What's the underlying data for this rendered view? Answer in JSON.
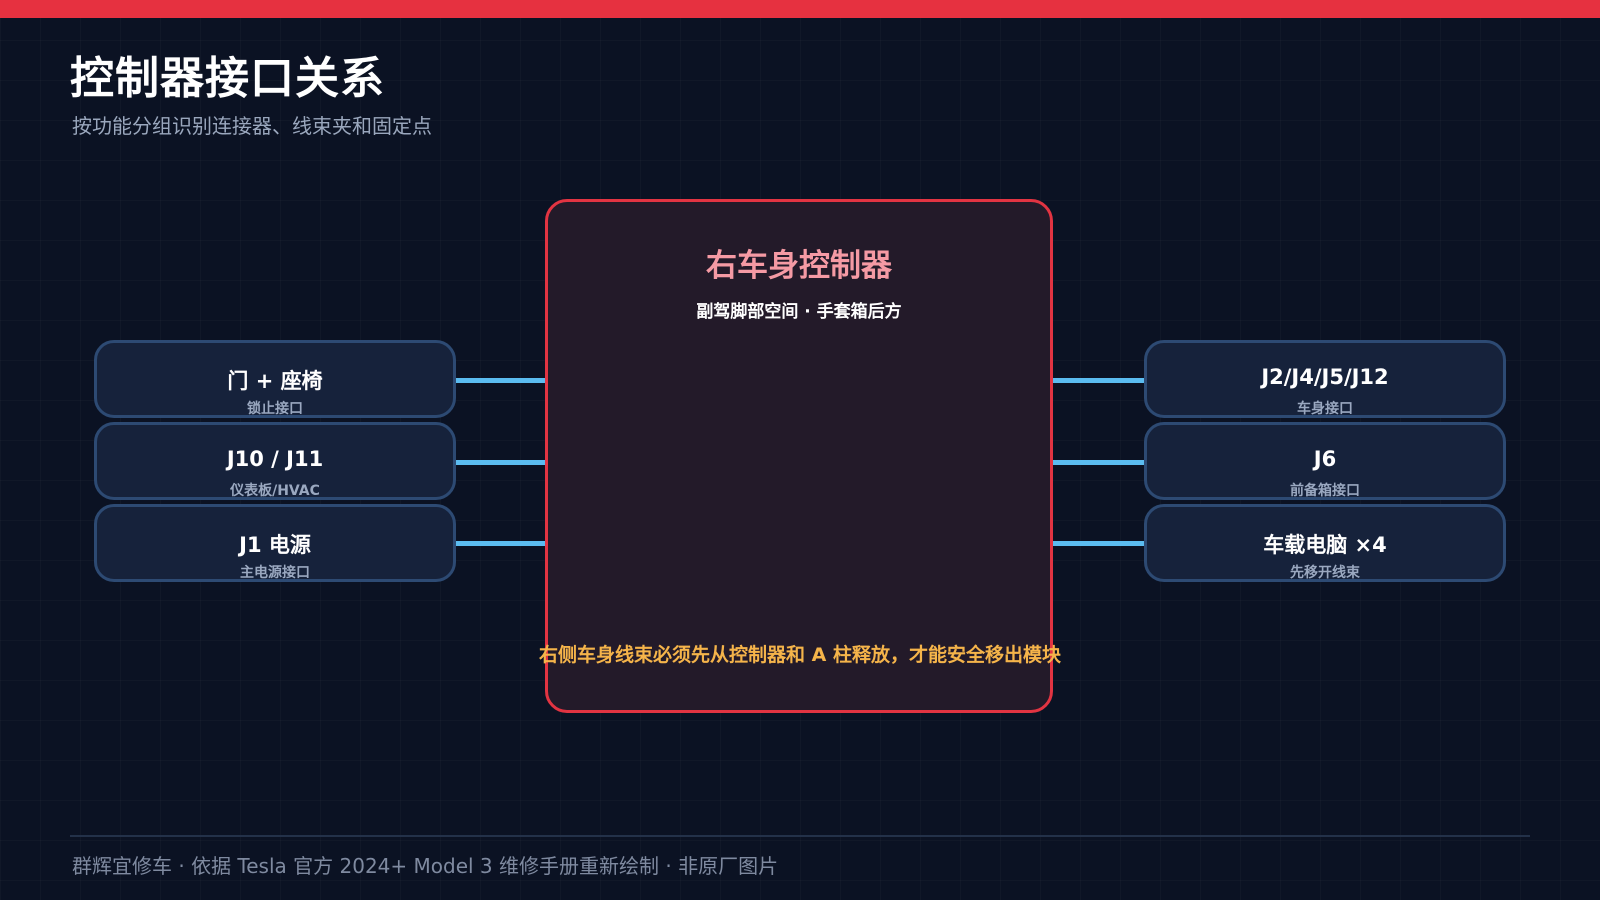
{
  "header": {
    "title": "控制器接口关系",
    "subtitle": "按功能分组识别连接器、线束夹和固定点"
  },
  "controller": {
    "title": "右车身控制器",
    "location": "副驾脚部空间 · 手套箱后方",
    "note": "右侧车身线束必须先从控制器和 A 柱释放，才能安全移出模块"
  },
  "left_ports": [
    {
      "label": "门 + 座椅",
      "sub": "锁止接口"
    },
    {
      "label": "J10 / J11",
      "sub": "仪表板/HVAC"
    },
    {
      "label": "J1 电源",
      "sub": "主电源接口"
    }
  ],
  "right_ports": [
    {
      "label": "J2/J4/J5/J12",
      "sub": "车身接口"
    },
    {
      "label": "J6",
      "sub": "前备箱接口"
    },
    {
      "label": "车载电脑 ×4",
      "sub": "先移开线束"
    }
  ],
  "footer": {
    "text": "群辉宜修车 · 依据 Tesla 官方 2024+ Model 3 维修手册重新绘制 · 非原厂图片"
  },
  "colors": {
    "accent_red": "#e63140",
    "link_blue": "#5bbcf0",
    "note_orange": "#f5b44a",
    "controller_title_pink": "#f59aa4"
  }
}
